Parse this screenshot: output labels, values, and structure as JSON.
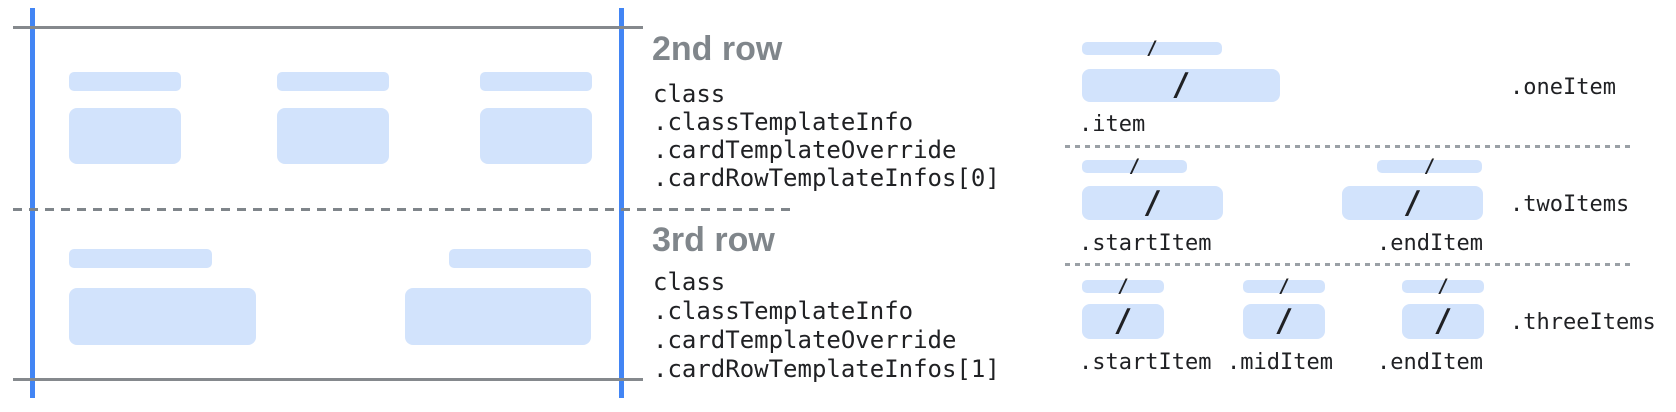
{
  "card_annotations": [
    {
      "heading": "2nd row",
      "lines": [
        "class",
        ".classTemplateInfo",
        ".cardTemplateOverride",
        ".cardRowTemplateInfos[0]"
      ]
    },
    {
      "heading": "3rd row",
      "lines": [
        "class",
        ".classTemplateInfo",
        ".cardTemplateOverride",
        ".cardRowTemplateInfos[1]"
      ]
    }
  ],
  "layouts": [
    {
      "name": ".oneItem",
      "items": [
        ".item"
      ]
    },
    {
      "name": ".twoItems",
      "items": [
        ".startItem",
        ".endItem"
      ]
    },
    {
      "name": ".threeItems",
      "items": [
        ".startItem",
        ".midItem",
        ".endItem"
      ]
    }
  ],
  "slash": "/",
  "colors": {
    "guide_blue": "#4285f4",
    "placeholder_blue": "#d2e3fc",
    "solid_line_gray": "#85898d",
    "dashed_line_gray": "#7f858a",
    "dotted_line_gray": "#9aa0a6",
    "heading_gray": "#80868b",
    "code_text": "#202124"
  }
}
